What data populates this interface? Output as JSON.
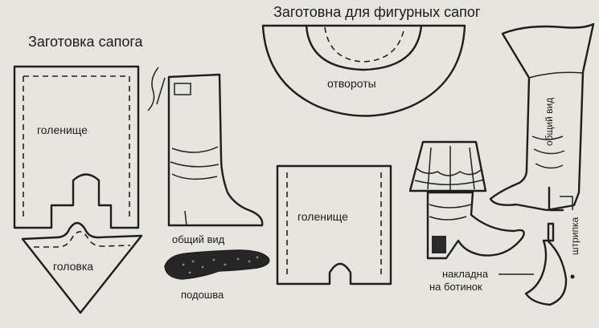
{
  "titles": {
    "boot_blank": "Заготовка сапога",
    "figured_blank": "Заготовна для фигурных сапог"
  },
  "labels": {
    "shaft_left": "голенище",
    "vamp": "головка",
    "general_view_1": "общий вид",
    "sole": "подошва",
    "cuffs": "отвороты",
    "shaft_center": "голенище",
    "overlay_line1": "накладна",
    "overlay_line2": "на ботинок",
    "general_view_2": "общий вид",
    "strap": "штрипка"
  },
  "colors": {
    "paper": "#e6e5e0",
    "ink": "#1e1e1e",
    "sole_fill": "#262626"
  }
}
